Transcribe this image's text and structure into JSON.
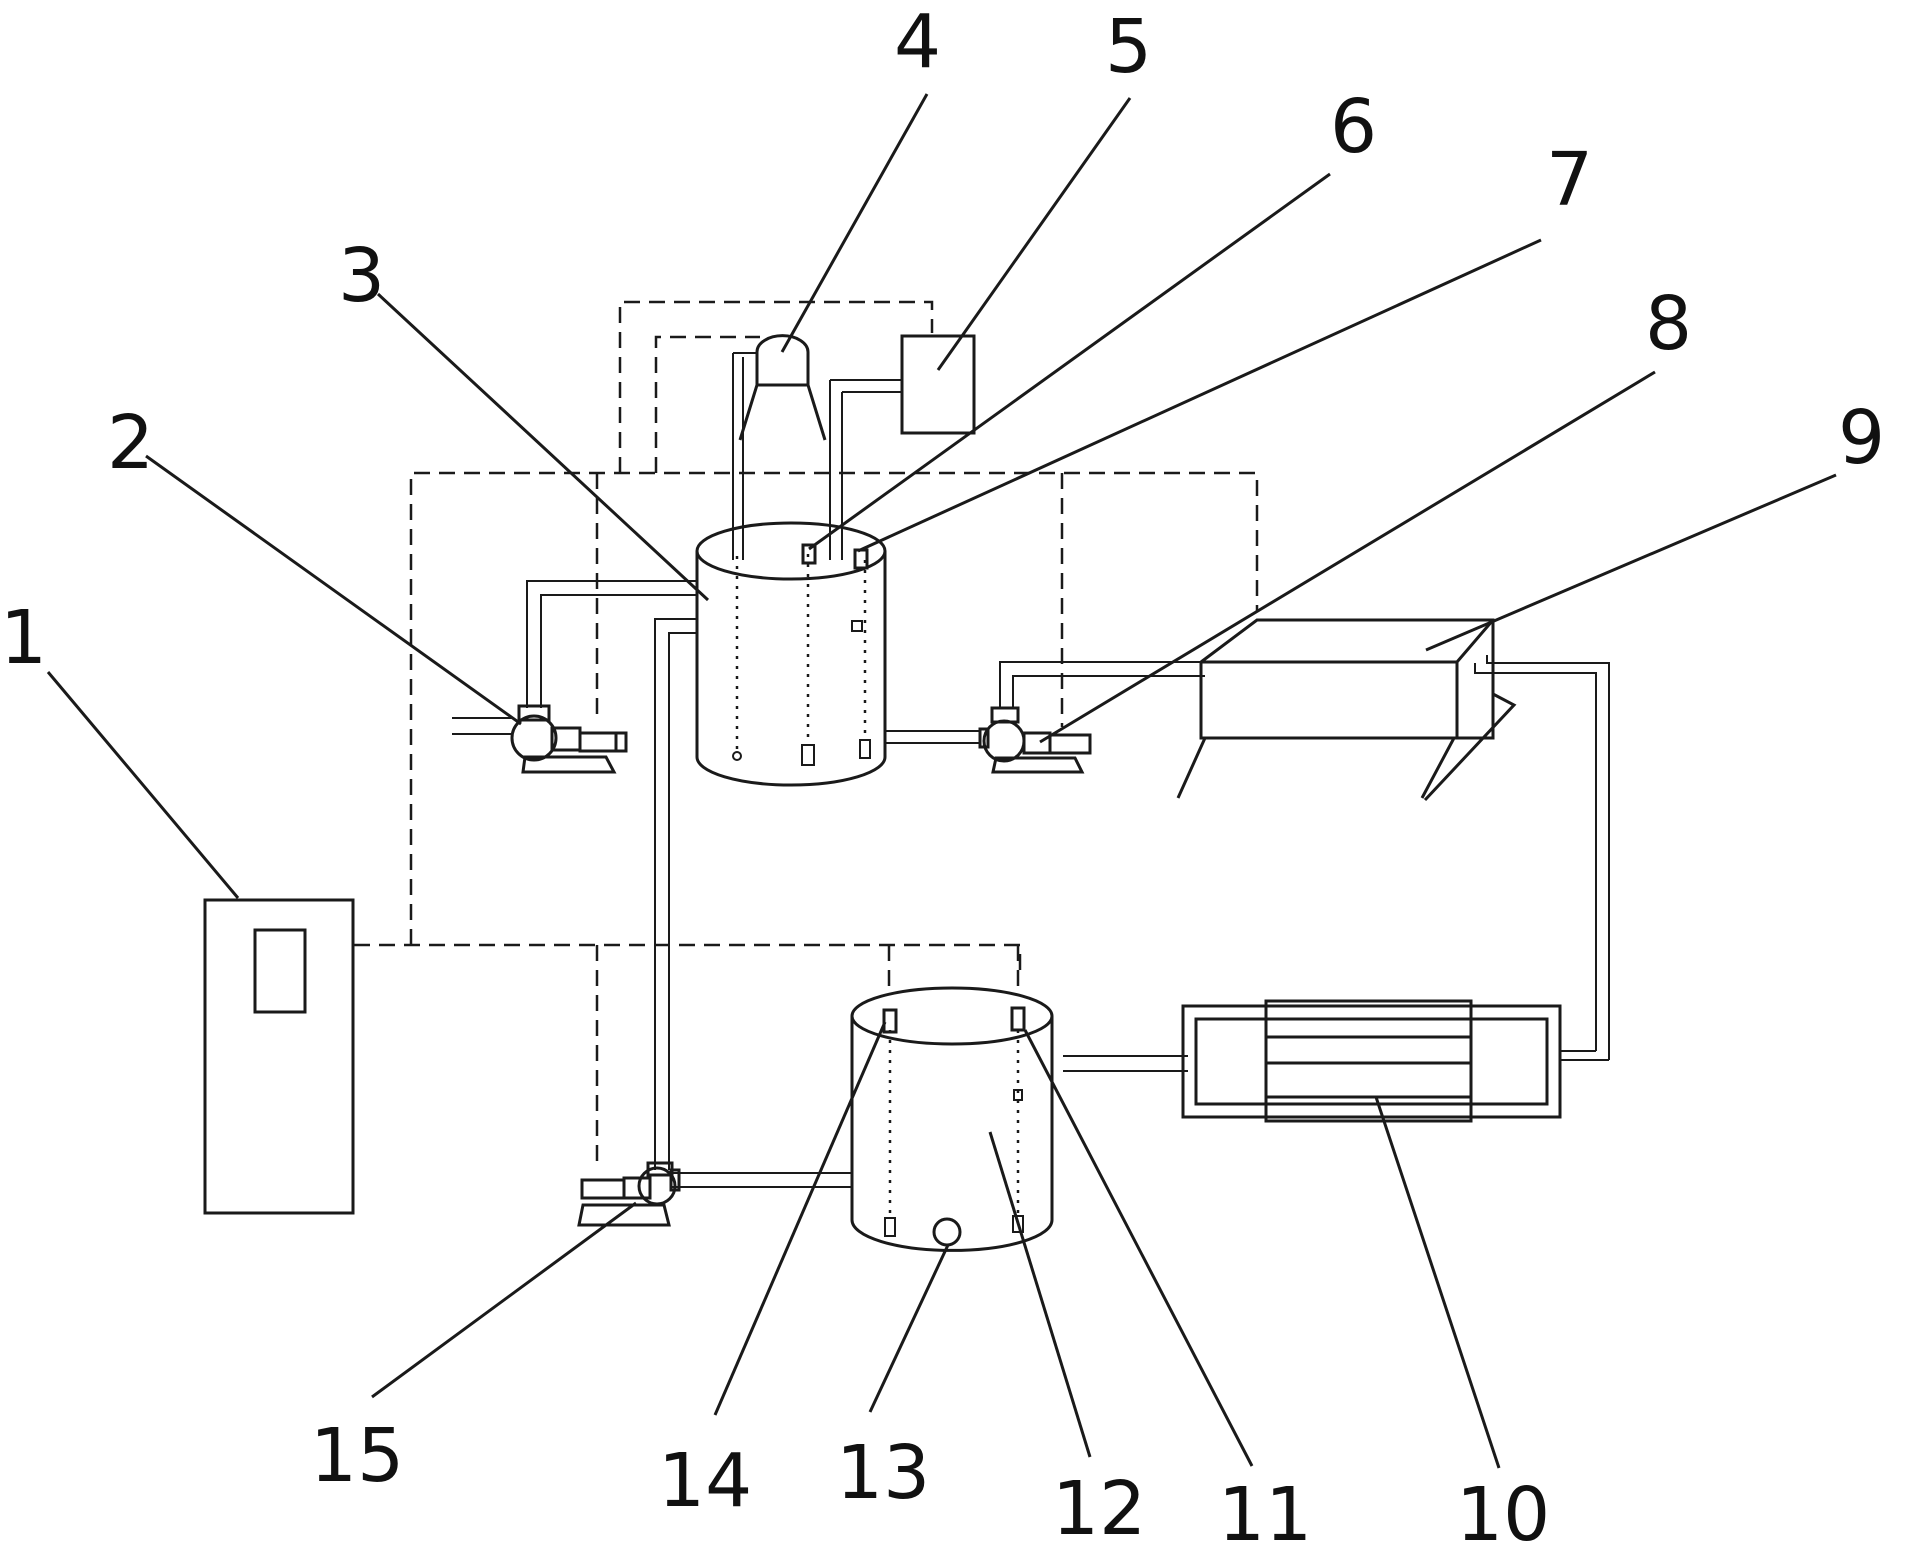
{
  "labels": [
    "1",
    "2",
    "3",
    "4",
    "5",
    "6",
    "7",
    "8",
    "9",
    "10",
    "11",
    "12",
    "13",
    "14",
    "15"
  ],
  "colors": {
    "line": "#1a1a1a",
    "background": "#ffffff"
  }
}
